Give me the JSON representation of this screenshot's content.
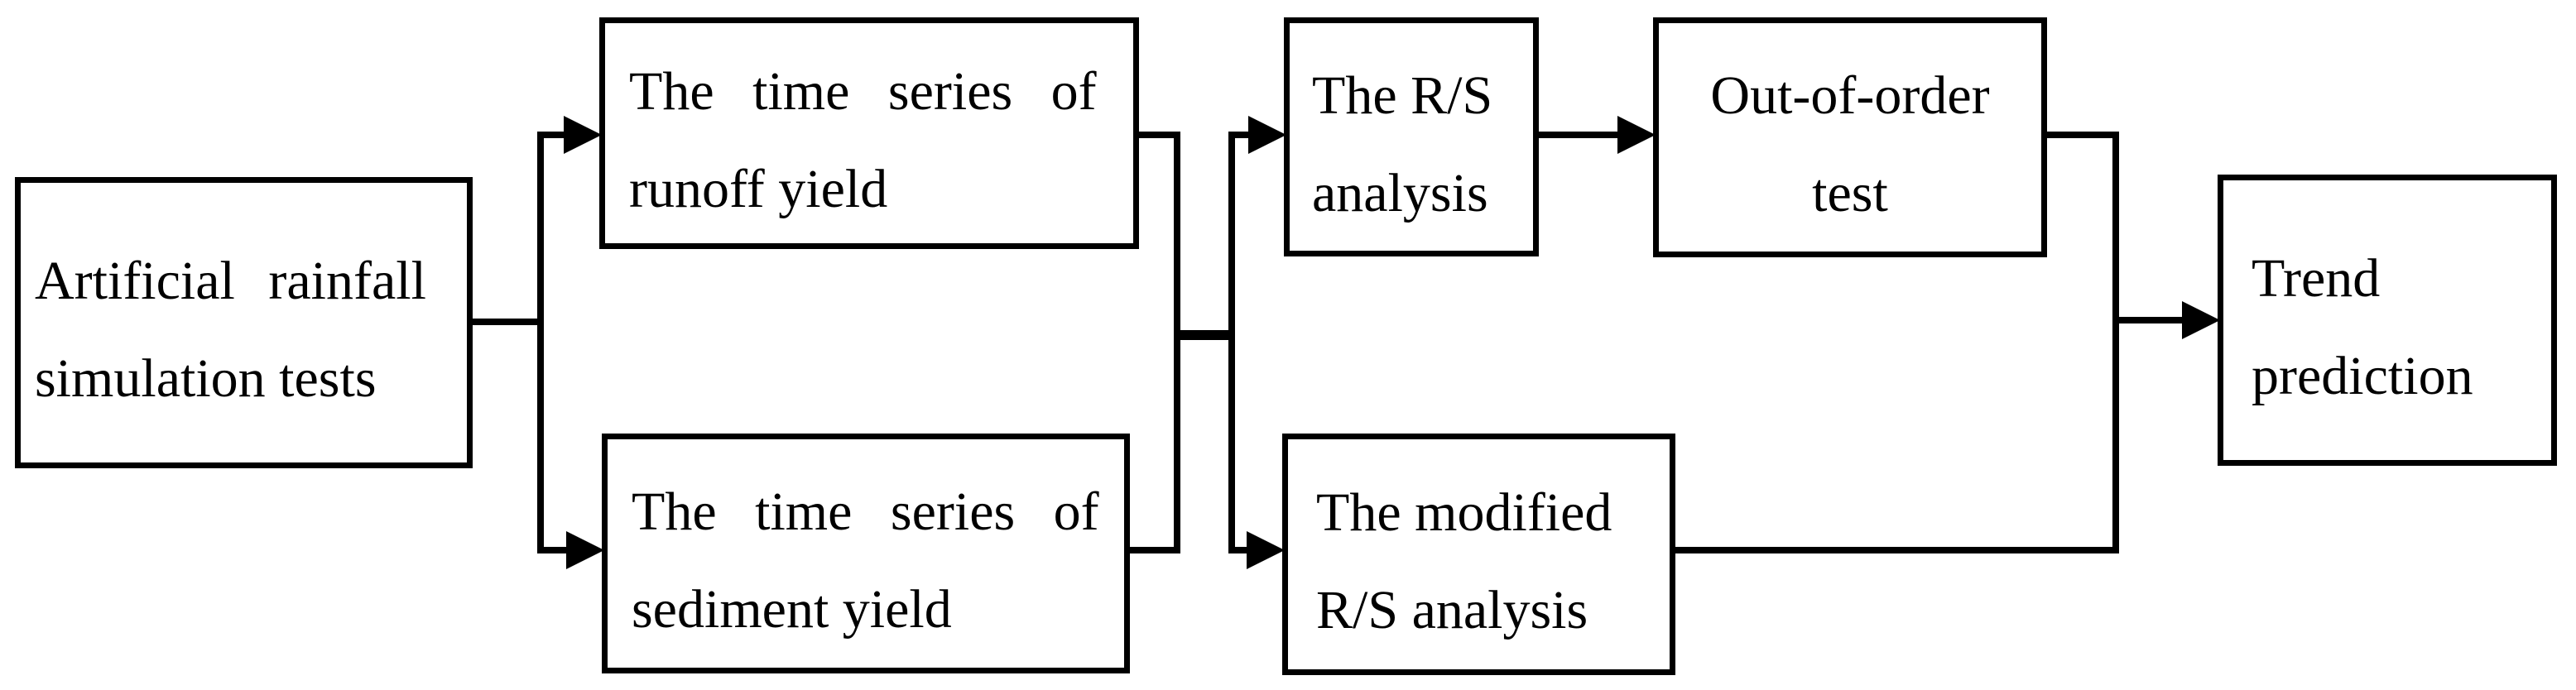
{
  "diagram": {
    "background_color": "#ffffff",
    "line_color": "#000000",
    "nodes": [
      {
        "id": "artificial-rainfall-simulation-tests",
        "line1": "Artificial rainfall",
        "line2": "simulation tests"
      },
      {
        "id": "time-series-runoff-yield",
        "line1": "The time series of",
        "line2": "runoff yield"
      },
      {
        "id": "time-series-sediment-yield",
        "line1": "The time series of",
        "line2": "sediment yield"
      },
      {
        "id": "rs-analysis",
        "line1": "The R/S",
        "line2": "analysis"
      },
      {
        "id": "out-of-order-test",
        "line1": "Out-of-order",
        "line2": "test"
      },
      {
        "id": "modified-rs-analysis",
        "line1": "The modified",
        "line2": "R/S analysis"
      },
      {
        "id": "trend-prediction",
        "line1": "Trend",
        "line2": "prediction"
      }
    ],
    "edges": [
      {
        "from": "artificial-rainfall-simulation-tests",
        "to": "time-series-runoff-yield"
      },
      {
        "from": "artificial-rainfall-simulation-tests",
        "to": "time-series-sediment-yield"
      },
      {
        "from": "time-series-runoff-yield",
        "to": "rs-analysis"
      },
      {
        "from": "time-series-runoff-yield",
        "to": "modified-rs-analysis"
      },
      {
        "from": "time-series-sediment-yield",
        "to": "rs-analysis"
      },
      {
        "from": "time-series-sediment-yield",
        "to": "modified-rs-analysis"
      },
      {
        "from": "rs-analysis",
        "to": "out-of-order-test"
      },
      {
        "from": "out-of-order-test",
        "to": "trend-prediction"
      },
      {
        "from": "modified-rs-analysis",
        "to": "trend-prediction"
      }
    ]
  }
}
